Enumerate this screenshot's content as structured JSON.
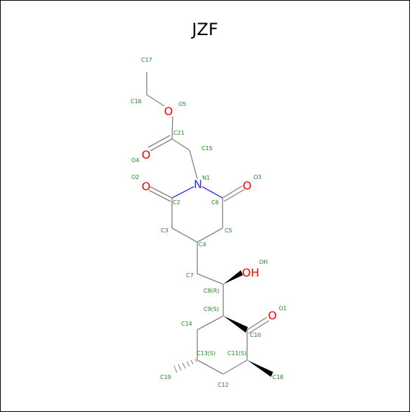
{
  "title": "JZF",
  "colors": {
    "bond": "#808080",
    "oxygen": "#ff0000",
    "nitrogen": "#2b2bff",
    "atom_label": "#1a8a1a"
  },
  "heteroatom_symbols": {
    "O_ester": "O",
    "O_carbonyl_21": "O",
    "N_ring": "N",
    "O_carbonyl_2": "O",
    "O_carbonyl_6": "O",
    "OH": "OH",
    "O_ketone": "O"
  },
  "atom_labels": {
    "C17": "C17",
    "C16": "C16",
    "O5": "O5",
    "C21": "C21",
    "O4": "O4",
    "C15": "C15",
    "N1": "N1",
    "O2": "O2",
    "O3": "O3",
    "C2": "C2",
    "C6": "C6",
    "C3": "C3",
    "C5": "C5",
    "C4": "C4",
    "C7": "C7",
    "OH": "OH",
    "C8": "C8(R)",
    "C9": "C9(S)",
    "O1": "O1",
    "C14": "C14",
    "C10": "C10",
    "C13": "C13(S)",
    "C11": "C11(S)",
    "C19": "C19",
    "C12": "C12",
    "C18": "C18"
  }
}
